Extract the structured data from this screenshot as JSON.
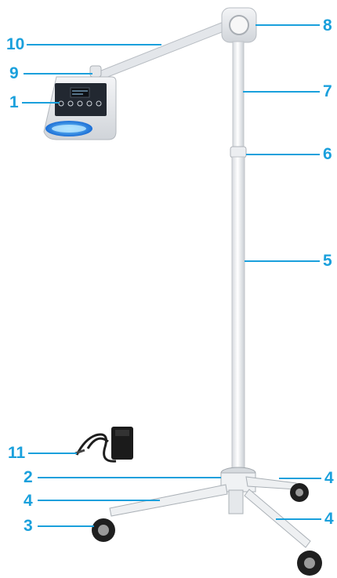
{
  "accent_color": "#1aa0dc",
  "labels": {
    "l1": "1",
    "l2": "2",
    "l3": "3",
    "l4a": "4",
    "l4b": "4",
    "l4c": "4",
    "l5": "5",
    "l6": "6",
    "l7": "7",
    "l8": "8",
    "l9": "9",
    "l10": "10",
    "l11": "11"
  }
}
